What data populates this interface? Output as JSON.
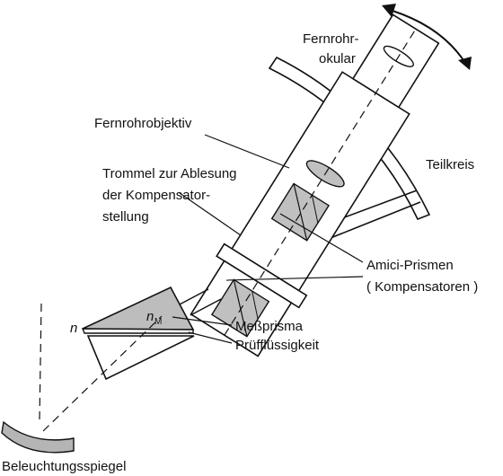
{
  "labels": {
    "eyepiece_line1": "Fernrohr-",
    "eyepiece_line2": "okular",
    "objective": "Fernrohrobjektiv",
    "drum_line1": "Trommel zur Ablesung",
    "drum_line2": "der Kompensator-",
    "drum_line3": "stellung",
    "scale": "Teilkreis",
    "amici_line1": "Amici-Prismen",
    "amici_line2": "( Kompensatoren )",
    "measuring_prism": "Meßprisma",
    "test_liquid": "Prüfflüssigkeit",
    "mirror": "Beleuchtungsspiegel",
    "n": "n",
    "nm_main": "n",
    "nm_sub": "M"
  },
  "colors": {
    "line": "#111111",
    "prism_fill": "#bdbdbd",
    "mirror_fill": "#b5b5b5",
    "background": "#ffffff"
  }
}
